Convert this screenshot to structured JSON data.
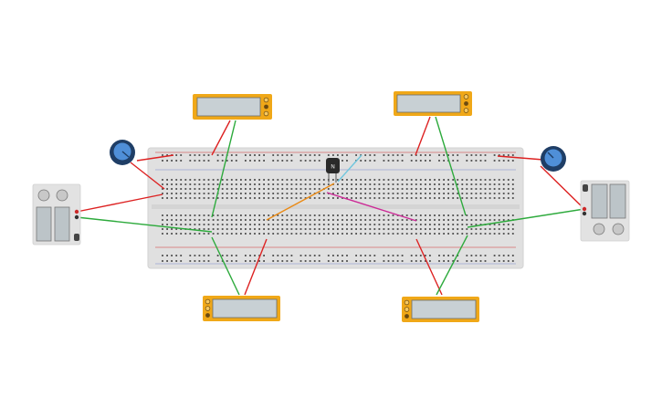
{
  "canvas": {
    "background": "#ffffff"
  },
  "colors": {
    "breadboard": "#e0e0e0",
    "breadboard_edge": "#d2d2d2",
    "hole": "#4a4a4a",
    "rail_red": "#d03030",
    "meter_body": "#f0a818",
    "meter_screen": "#c8d0d4",
    "supply_body": "#e2e2e2",
    "pot_body": "#1f3e66",
    "pot_knob": "#4f8fd8",
    "transistor": "#2a2a2a",
    "wire_red": "#dd2222",
    "wire_green": "#2daa3c",
    "wire_orange": "#ea8a14",
    "wire_magenta": "#cc2a96",
    "wire_cyan": "#6ec6de"
  },
  "components": {
    "transistor_label": "N",
    "multimeters": [
      {
        "name": "multimeter-top-left"
      },
      {
        "name": "multimeter-top-right"
      },
      {
        "name": "multimeter-bottom-left"
      },
      {
        "name": "multimeter-bottom-right"
      }
    ],
    "power_supplies": [
      {
        "name": "power-supply-left"
      },
      {
        "name": "power-supply-right"
      }
    ],
    "potentiometers": [
      {
        "name": "potentiometer-left"
      },
      {
        "name": "potentiometer-right"
      }
    ]
  }
}
